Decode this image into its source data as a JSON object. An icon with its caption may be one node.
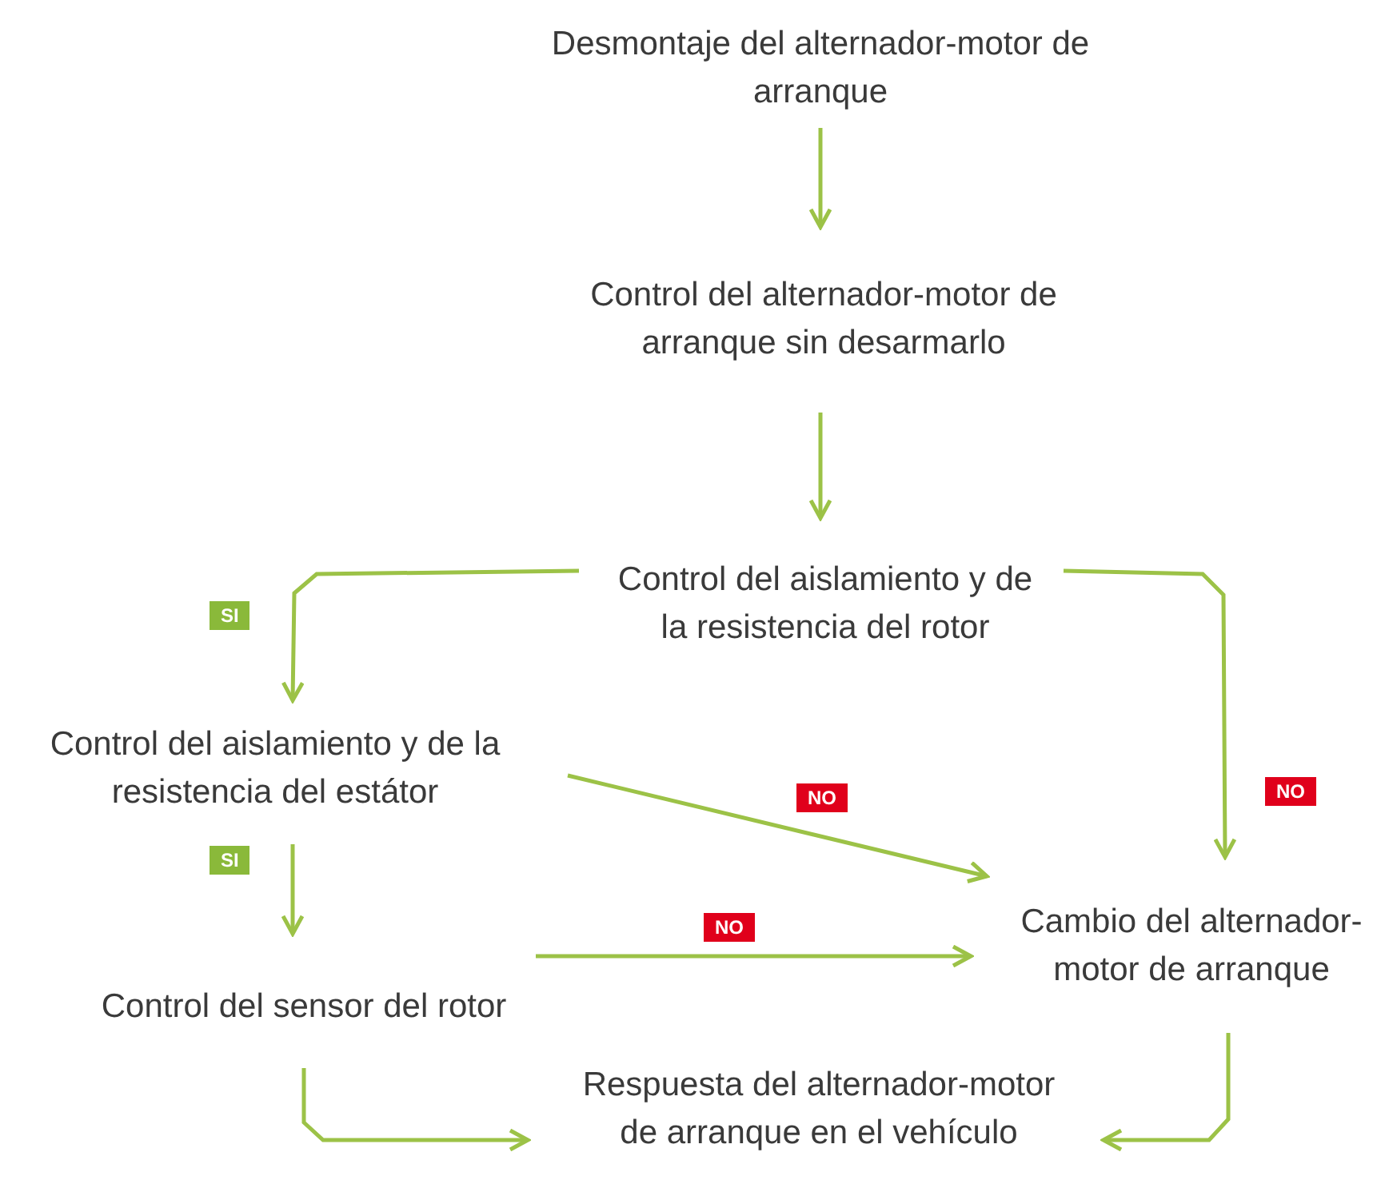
{
  "diagram": {
    "nodes": [
      {
        "text": [
          "Desmontaje del alternador-motor de arranque"
        ]
      },
      {
        "text": [
          "Control del alternador-motor de arranque sin desarmarlo"
        ]
      },
      {
        "text": [
          "Control del aislamiento y de la resistencia del rotor"
        ]
      },
      {
        "text": [
          "Control del aislamiento y de la resistencia del estátor"
        ]
      },
      {
        "text": [
          "Control del sensor del rotor"
        ]
      },
      {
        "text": [
          "Cambio del alternador-motor de arranque"
        ]
      },
      {
        "text": [
          "Respuesta del alternador-motor de arranque en el vehículo"
        ]
      }
    ],
    "edges": [
      {
        "from": 0,
        "to": 1,
        "arrow": "to"
      },
      {
        "from": 1,
        "to": 2,
        "arrow": "to"
      },
      {
        "from": 2,
        "to": 3,
        "arrow": "to",
        "label": "SI"
      },
      {
        "from": 2,
        "to": 5,
        "arrow": "to",
        "label": "NO"
      },
      {
        "from": 3,
        "to": 5,
        "arrow": "to",
        "label": "NO"
      },
      {
        "from": 3,
        "to": 4,
        "arrow": "to",
        "label": "SI"
      },
      {
        "from": 4,
        "to": 5,
        "arrow": "to",
        "label": "NO"
      },
      {
        "from": 4,
        "to": 6,
        "arrow": "to"
      },
      {
        "from": 5,
        "to": 6,
        "arrow": "to"
      }
    ]
  }
}
